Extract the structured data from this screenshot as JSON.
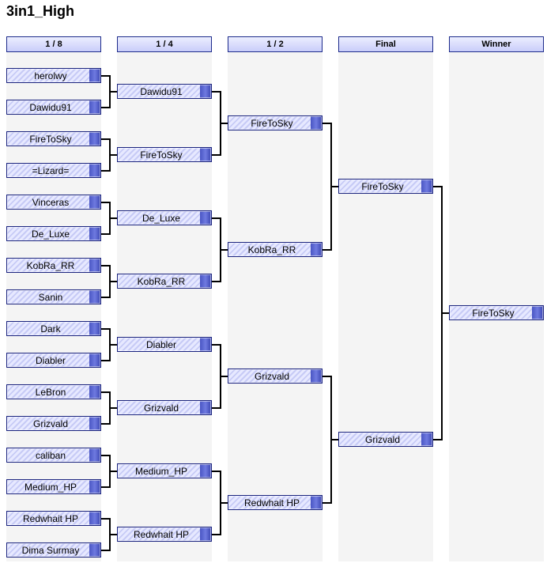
{
  "title": "3in1_High",
  "columns": [
    {
      "label": "1 / 8"
    },
    {
      "label": "1 / 4"
    },
    {
      "label": "1 / 2"
    },
    {
      "label": "Final"
    },
    {
      "label": "Winner"
    }
  ],
  "rounds": {
    "r8": [
      "herolwy",
      "Dawidu91",
      "FireToSky",
      "=Lizard=",
      "Vinceras",
      "De_Luxe",
      "KobRa_RR",
      "Sanin",
      "Dark",
      "Diabler",
      "LeBron",
      "Grizvald",
      "caliban",
      "Medium_HP",
      "Redwhait HP",
      "Dima Surmay"
    ],
    "r4": [
      "Dawidu91",
      "FireToSky",
      "De_Luxe",
      "KobRa_RR",
      "Diabler",
      "Grizvald",
      "Medium_HP",
      "Redwhait HP"
    ],
    "r2": [
      "FireToSky",
      "KobRa_RR",
      "Grizvald",
      "Redwhait HP"
    ],
    "final": [
      "FireToSky",
      "Grizvald"
    ],
    "winner": [
      "FireToSky"
    ]
  }
}
